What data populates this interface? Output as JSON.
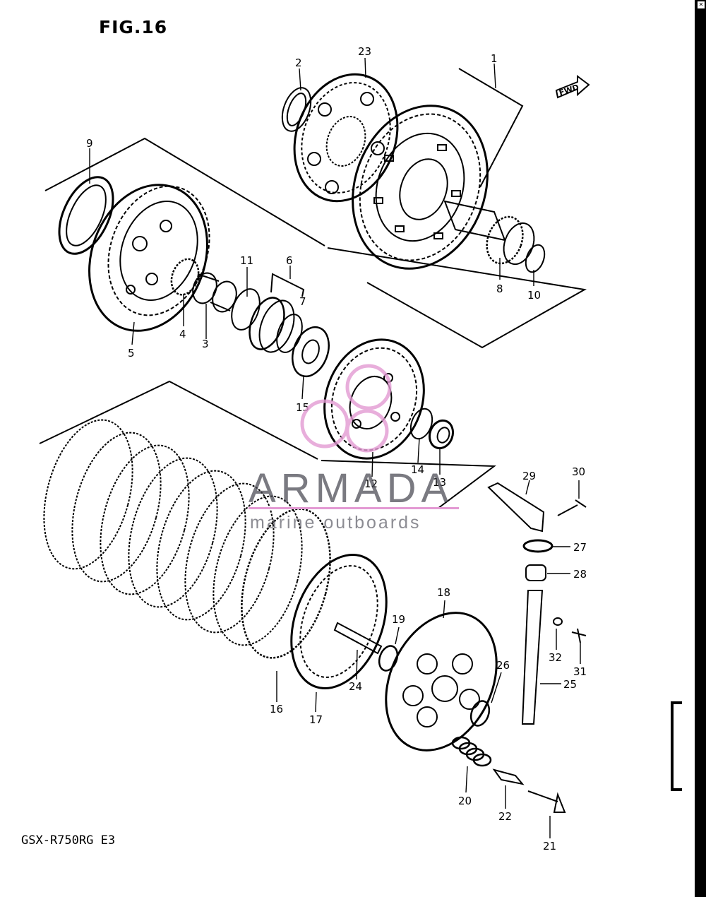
{
  "figure": {
    "title": "FIG.16",
    "model": "GSX-R750RG  E3",
    "fwd_label": "FWD"
  },
  "watermark": {
    "brand": "ARMADA",
    "tagline": "marine outboards",
    "accent_color": "#e39ad3"
  },
  "callouts": [
    {
      "id": "1",
      "label": "1"
    },
    {
      "id": "2",
      "label": "2"
    },
    {
      "id": "3",
      "label": "3"
    },
    {
      "id": "4",
      "label": "4"
    },
    {
      "id": "5",
      "label": "5"
    },
    {
      "id": "6",
      "label": "6"
    },
    {
      "id": "7",
      "label": "7"
    },
    {
      "id": "8",
      "label": "8"
    },
    {
      "id": "9",
      "label": "9"
    },
    {
      "id": "10",
      "label": "10"
    },
    {
      "id": "11",
      "label": "11"
    },
    {
      "id": "12",
      "label": "12"
    },
    {
      "id": "13",
      "label": "13"
    },
    {
      "id": "14",
      "label": "14"
    },
    {
      "id": "15",
      "label": "15"
    },
    {
      "id": "16",
      "label": "16"
    },
    {
      "id": "17",
      "label": "17"
    },
    {
      "id": "18",
      "label": "18"
    },
    {
      "id": "19",
      "label": "19"
    },
    {
      "id": "20",
      "label": "20"
    },
    {
      "id": "21",
      "label": "21"
    },
    {
      "id": "22",
      "label": "22"
    },
    {
      "id": "23",
      "label": "23"
    },
    {
      "id": "24",
      "label": "24"
    },
    {
      "id": "25",
      "label": "25"
    },
    {
      "id": "26",
      "label": "26"
    },
    {
      "id": "27",
      "label": "27"
    },
    {
      "id": "28",
      "label": "28"
    },
    {
      "id": "29",
      "label": "29"
    },
    {
      "id": "30",
      "label": "30"
    },
    {
      "id": "31",
      "label": "31"
    },
    {
      "id": "32",
      "label": "32"
    }
  ]
}
